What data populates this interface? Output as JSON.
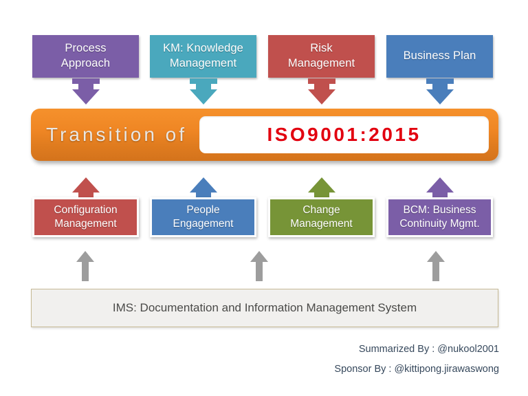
{
  "diagram": {
    "title_banner": {
      "lead_text": "Transition of",
      "standard": "ISO9001:2015",
      "banner_color": "#ef8624",
      "standard_color": "#e2000f"
    },
    "inputs_top": [
      {
        "lines": [
          "Process",
          "Approach"
        ],
        "color": "#7b5ea7",
        "arrow_color": "#7b5ea7",
        "name": "process-approach"
      },
      {
        "lines": [
          "KM: Knowledge",
          "Management"
        ],
        "color": "#4aa8bd",
        "arrow_color": "#4aa8bd",
        "name": "knowledge-management"
      },
      {
        "lines": [
          "Risk",
          "Management"
        ],
        "color": "#c0504d",
        "arrow_color": "#c0504d",
        "name": "risk-management"
      },
      {
        "lines": [
          "Business Plan"
        ],
        "color": "#4a7ebb",
        "arrow_color": "#4a7ebb",
        "name": "business-plan"
      }
    ],
    "enablers_bottom": [
      {
        "lines": [
          "Configuration",
          "Management"
        ],
        "color": "#c0504d",
        "arrow_color": "#c0504d",
        "name": "configuration-management"
      },
      {
        "lines": [
          "People",
          "Engagement"
        ],
        "color": "#4a7ebb",
        "arrow_color": "#4a7ebb",
        "name": "people-engagement"
      },
      {
        "lines": [
          "Change",
          "Management"
        ],
        "color": "#779437",
        "arrow_color": "#779437",
        "name": "change-management"
      },
      {
        "lines": [
          "BCM: Business",
          "Continuity Mgmt."
        ],
        "color": "#7b5ea7",
        "arrow_color": "#7b5ea7",
        "name": "business-continuity-management"
      }
    ],
    "foundation": {
      "label": "IMS: Documentation and Information Management System",
      "fill_color": "#f1f0ee",
      "border_color": "#c6b994",
      "support_arrow_color": "#9d9d9d"
    }
  },
  "credits": {
    "summarized_by": "Summarized By : @nukool2001",
    "sponsor_by": "Sponsor By : @kittipong.jirawaswong"
  }
}
